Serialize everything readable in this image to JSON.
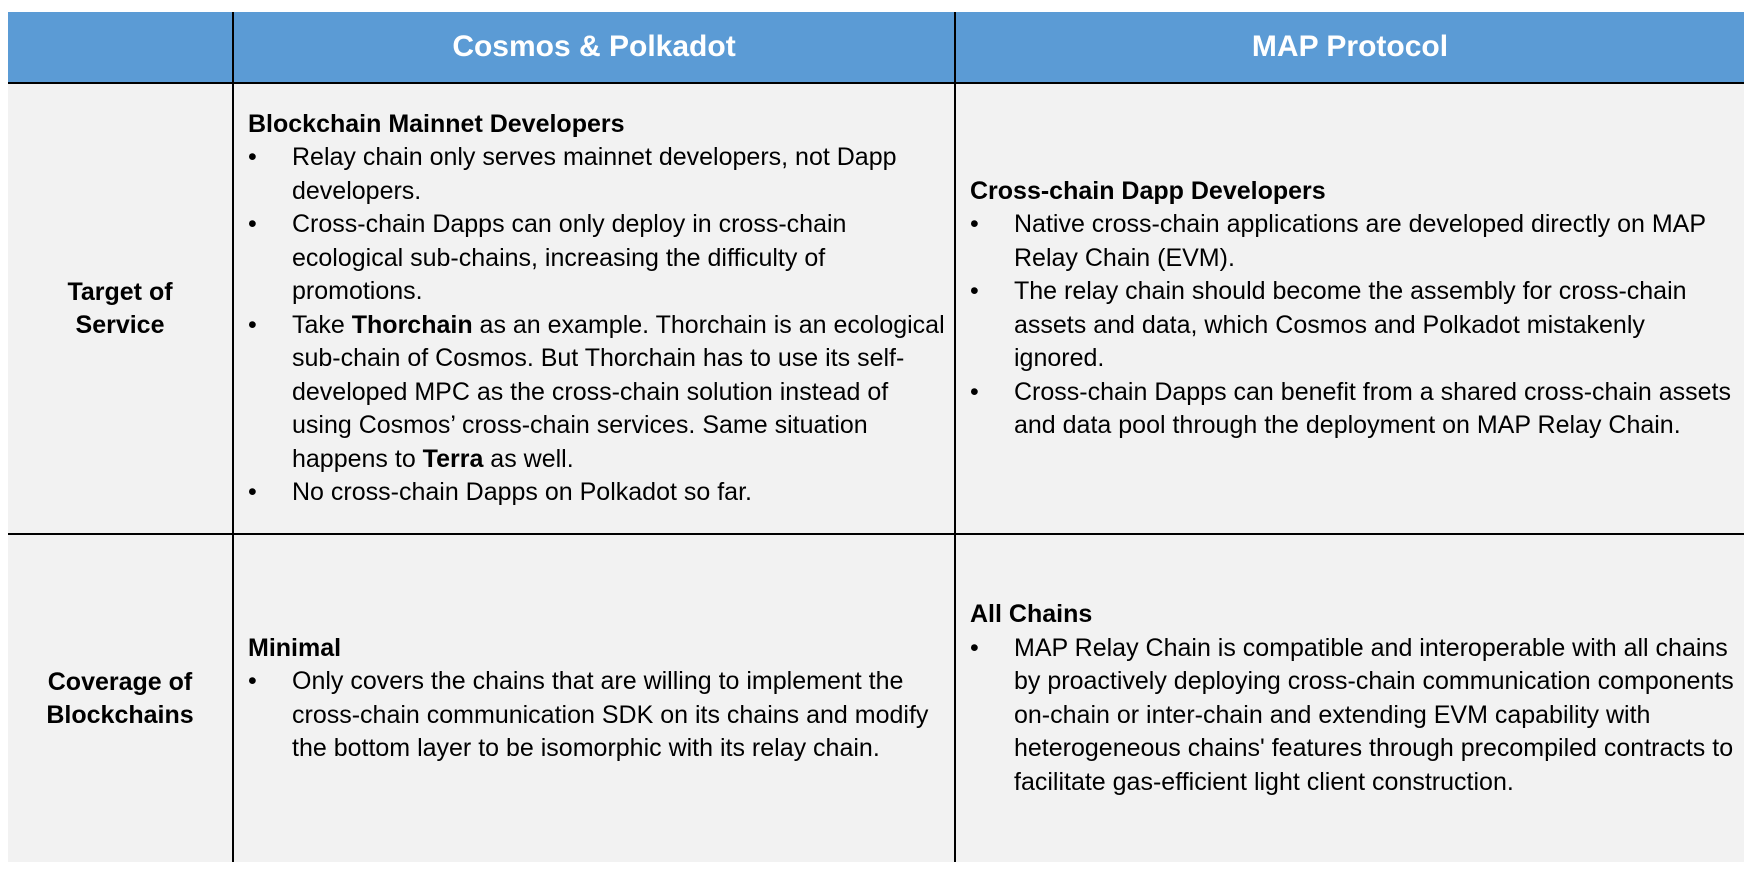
{
  "header": {
    "col1": "Cosmos & Polkadot",
    "col2": "MAP Protocol"
  },
  "bullet_char": "•",
  "rows": [
    {
      "label": "Target of Service",
      "cosmos": {
        "heading": "Blockchain Mainnet Developers",
        "bullets": [
          [
            {
              "t": "Relay chain only serves mainnet developers, not Dapp developers."
            }
          ],
          [
            {
              "t": "Cross-chain Dapps can only deploy in cross-chain ecological sub-chains, increasing the difficulty of promotions."
            }
          ],
          [
            {
              "t": "Take "
            },
            {
              "t": "Thorchain",
              "b": true
            },
            {
              "t": " as an example. Thorchain is an ecological sub-chain of Cosmos. But Thorchain has to use its self-developed MPC as the cross-chain solution instead of using Cosmos’ cross-chain services. Same situation happens to "
            },
            {
              "t": "Terra",
              "b": true
            },
            {
              "t": " as well."
            }
          ],
          [
            {
              "t": "No cross-chain Dapps on Polkadot so far."
            }
          ]
        ]
      },
      "map": {
        "heading": "Cross-chain Dapp Developers",
        "bullets": [
          [
            {
              "t": "Native cross-chain applications are developed directly on MAP Relay Chain (EVM)."
            }
          ],
          [
            {
              "t": "The relay chain should become the assembly for cross-chain assets and data, which Cosmos and Polkadot mistakenly ignored."
            }
          ],
          [
            {
              "t": "Cross-chain Dapps can benefit from a shared cross-chain assets and data pool through the deployment on MAP Relay Chain."
            }
          ]
        ]
      }
    },
    {
      "label": "Coverage of Blockchains",
      "cosmos": {
        "heading": "Minimal",
        "bullets": [
          [
            {
              "t": "Only covers the chains that are willing to implement the cross-chain communication SDK on its chains and modify the bottom layer to be isomorphic with its relay chain."
            }
          ]
        ]
      },
      "map": {
        "heading": "All Chains",
        "bullets": [
          [
            {
              "t": "MAP Relay Chain is compatible and interoperable with all chains by proactively deploying cross-chain communication components on-chain or inter-chain and extending EVM capability with heterogeneous chains' features  through precompiled contracts to facilitate gas-efficient light client construction."
            }
          ]
        ]
      }
    }
  ]
}
